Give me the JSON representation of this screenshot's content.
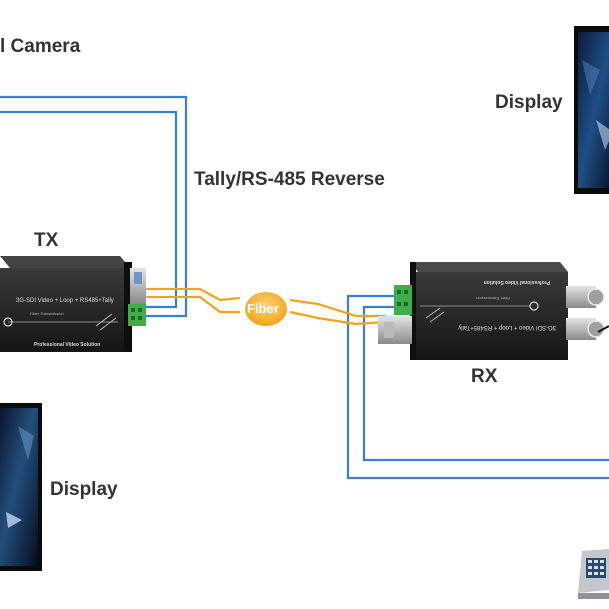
{
  "labels": {
    "camera": "l Camera",
    "display_top": "Display",
    "tally": "Tally/RS-485 Reverse",
    "tx": "TX",
    "rx": "RX",
    "fiber": "Fiber",
    "display_bottom": "Display"
  },
  "tx_device": {
    "title": "3G-SDI Video + Loop + RS485+Tally",
    "sub": "Fiber Transmission",
    "brand": "Professional Video Solution"
  },
  "rx_device": {
    "brand": "Professional Video Solution",
    "sub": "Fiber Transmission",
    "title": "3G-SDI Video + Loop + RS485+Tally"
  },
  "colors": {
    "cable_blue": "#3b7fd0",
    "fiber_orange": "#f2a31b",
    "device_body": "#1c1c1c",
    "label_text": "#333333",
    "terminal_green": "#3fae4a"
  }
}
